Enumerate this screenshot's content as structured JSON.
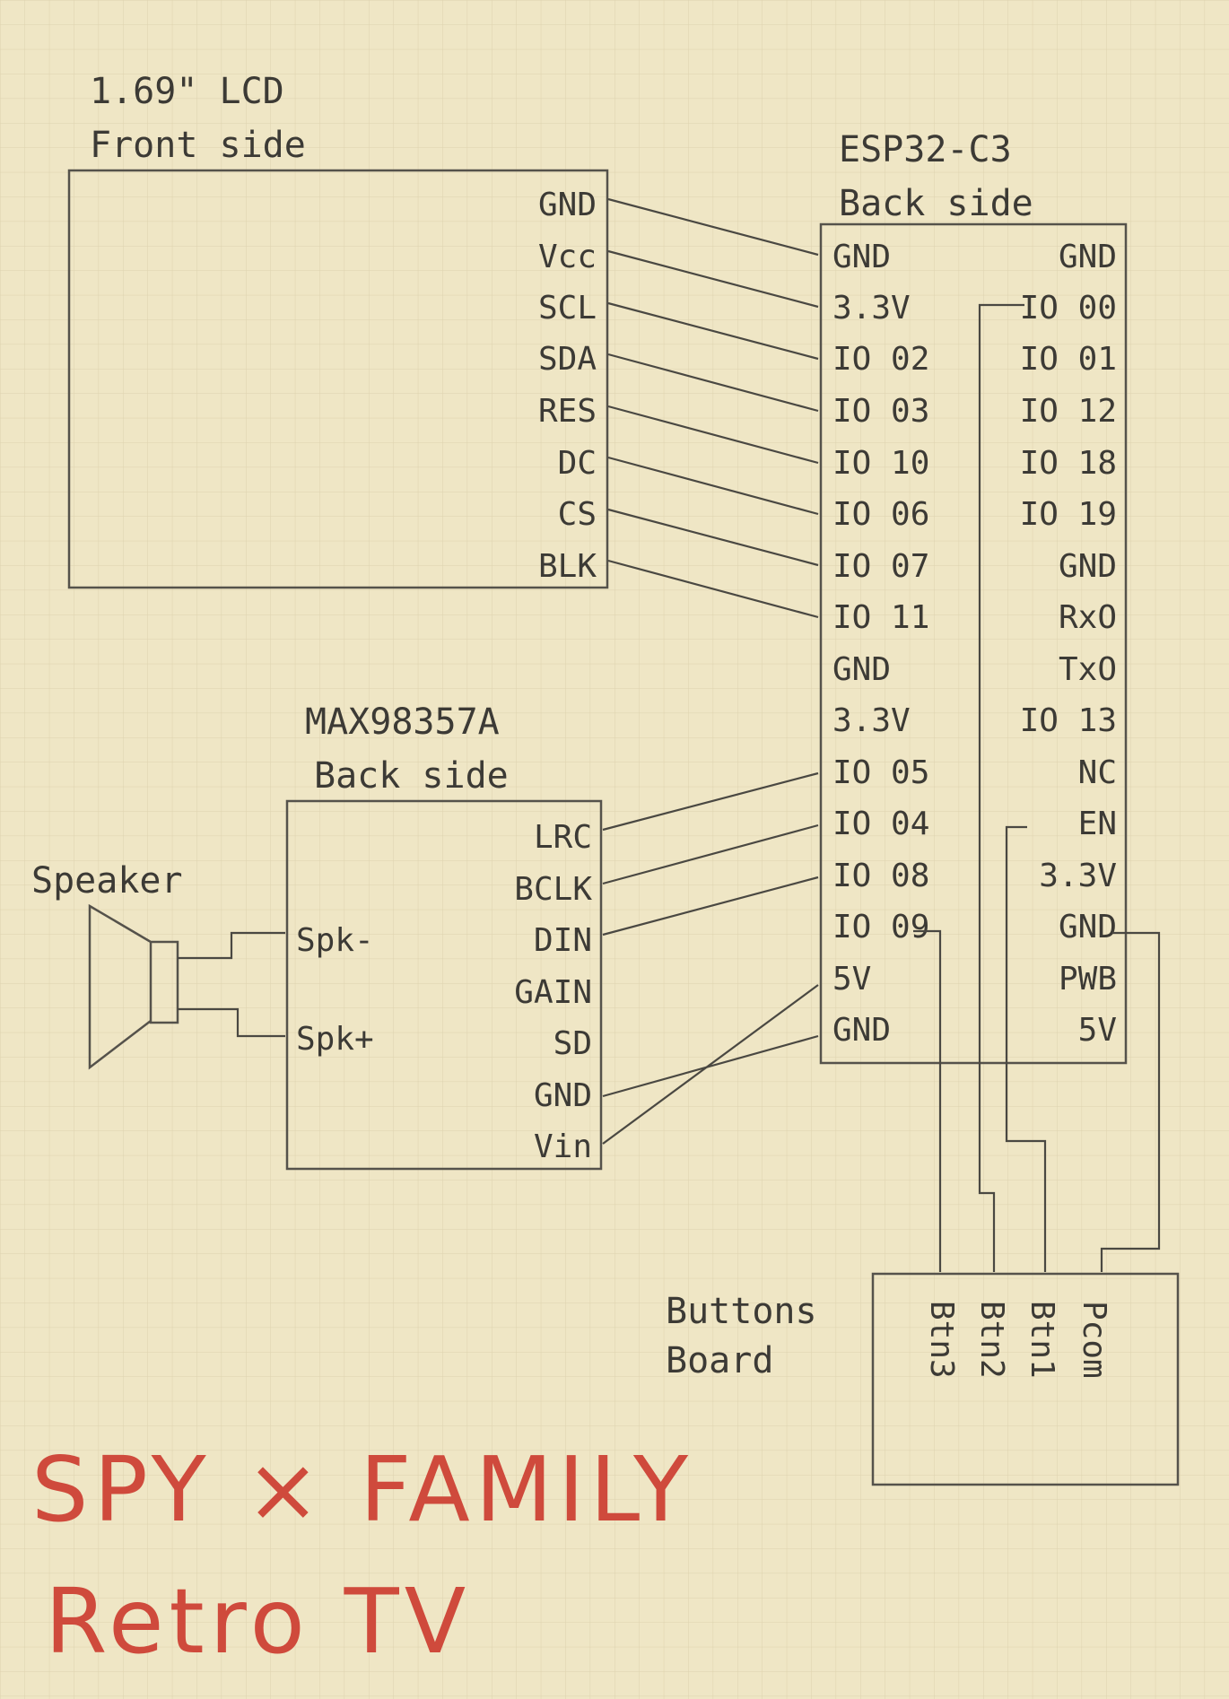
{
  "lcd": {
    "title_line1": "1.69\" LCD",
    "title_line2": "Front side",
    "pins": [
      "GND",
      "Vcc",
      "SCL",
      "SDA",
      "RES",
      "DC",
      "CS",
      "BLK"
    ]
  },
  "esp32": {
    "title_line1": "ESP32-C3",
    "title_line2": "Back side",
    "left_pins": [
      "GND",
      "3.3V",
      "IO 02",
      "IO 03",
      "IO 10",
      "IO 06",
      "IO 07",
      "IO 11",
      "GND",
      "3.3V",
      "IO 05",
      "IO 04",
      "IO 08",
      "IO 09",
      "5V",
      "GND"
    ],
    "right_pins": [
      "GND",
      "IO 00",
      "IO 01",
      "IO 12",
      "IO 18",
      "IO 19",
      "GND",
      "RxO",
      "TxO",
      "IO 13",
      "NC",
      "EN",
      "3.3V",
      "GND",
      "PWB",
      "5V"
    ]
  },
  "amp": {
    "title_line1": "MAX98357A",
    "title_line2": "Back side",
    "right_pins": [
      "LRC",
      "BCLK",
      "DIN",
      "GAIN",
      "SD",
      "GND",
      "Vin"
    ],
    "left_pins": [
      "Spk-",
      "Spk+"
    ]
  },
  "speaker": {
    "label": "Speaker"
  },
  "buttons_board": {
    "title_line1": "Buttons",
    "title_line2": "Board",
    "pins": [
      "Btn3",
      "Btn2",
      "Btn1",
      "Pcom"
    ]
  },
  "footer": {
    "line1": "SPY × FAMILY",
    "line2": "Retro TV",
    "color": "#cf4a3c"
  },
  "colors": {
    "paper": "#efe6c5",
    "pencil": "#3c3a35"
  }
}
